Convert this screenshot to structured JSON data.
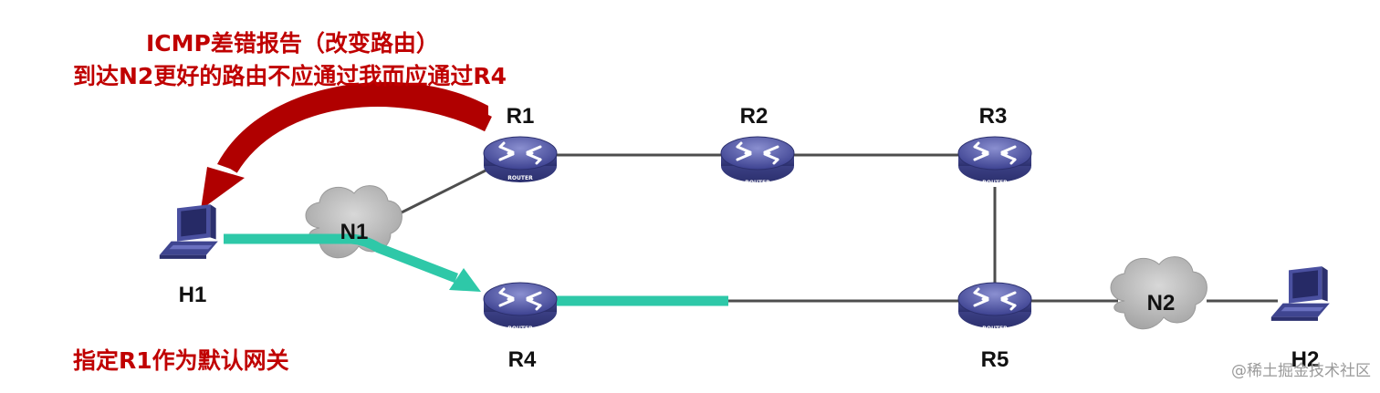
{
  "icmp_message": {
    "line1": "ICMP差错报告（改变路由）",
    "line2": "到达N2更好的路由不应通过我而应通过R4"
  },
  "h1_note": "指定R1作为默认网关",
  "routers": [
    {
      "id": "R1",
      "label": "R1",
      "badge": "ROUTER"
    },
    {
      "id": "R2",
      "label": "R2",
      "badge": "ROUTER"
    },
    {
      "id": "R3",
      "label": "R3",
      "badge": "ROUTER"
    },
    {
      "id": "R4",
      "label": "R4",
      "badge": "ROUTER"
    },
    {
      "id": "R5",
      "label": "R5",
      "badge": "ROUTER"
    }
  ],
  "hosts": [
    {
      "id": "H1",
      "label": "H1"
    },
    {
      "id": "H2",
      "label": "H2"
    }
  ],
  "networks": [
    {
      "id": "N1",
      "label": "N1"
    },
    {
      "id": "N2",
      "label": "N2"
    }
  ],
  "colors": {
    "icmp_arrow": "#b00000",
    "text_red": "#c00000",
    "data_path": "#2ec8a8",
    "link": "#4d4d4d",
    "router": "#5a5fa8",
    "cloud": "#b5b5b5"
  },
  "watermark": "@稀土掘金技术社区"
}
